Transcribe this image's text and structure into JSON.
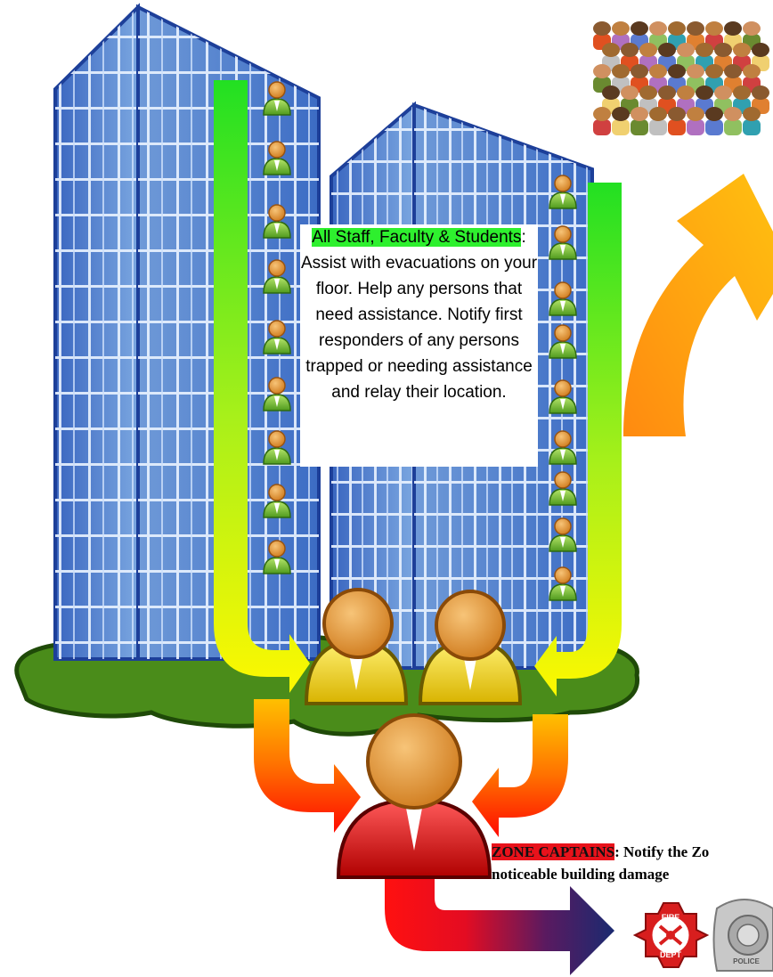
{
  "colors": {
    "green_highlight": "#2ef02e",
    "red_highlight": "#e8121b",
    "building_blue": "#2f56b8",
    "grass": "#4a8c1a",
    "staff_person": "#f2cf1f",
    "zone_captain": "#d21f1f"
  },
  "icons": {
    "crowd": "crowd-icon",
    "fire_dept": "fire-department-badge-icon",
    "police": "police-badge-icon",
    "person": "person-icon",
    "arrow": "arrow-icon"
  },
  "callout": {
    "highlight": "All Staff, Faculty & Students",
    "body": ": Assist with evacuations on your floor. Help any persons that need assistance. Notify first responders of any persons trapped or needing assistance and relay their location."
  },
  "zone": {
    "highlight": "ZONE CAPTAINS",
    "body_line1": ": Notify the Zo",
    "body_line2": "noticeable building damage"
  },
  "badges": {
    "fire_top": "FIRE",
    "fire_bottom": "DEPT",
    "police_bottom": "POLICE"
  }
}
